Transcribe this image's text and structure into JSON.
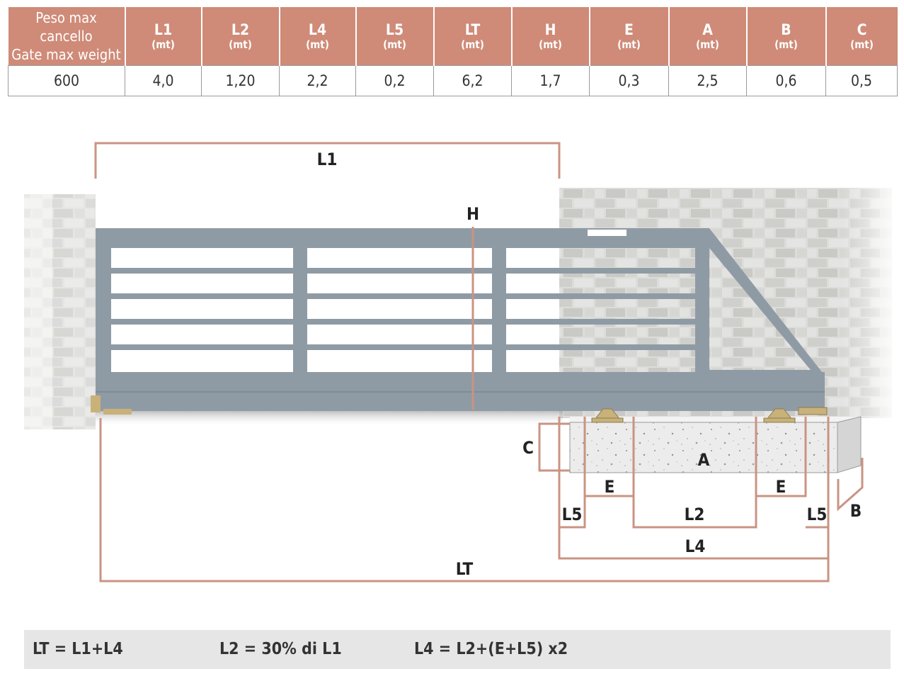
{
  "table": {
    "header_first": [
      "Peso max cancello",
      "Gate max weight"
    ],
    "columns": [
      {
        "label": "L1",
        "unit": "(mt)"
      },
      {
        "label": "L2",
        "unit": "(mt)"
      },
      {
        "label": "L4",
        "unit": "(mt)"
      },
      {
        "label": "L5",
        "unit": "(mt)"
      },
      {
        "label": "LT",
        "unit": "(mt)"
      },
      {
        "label": "H",
        "unit": "(mt)"
      },
      {
        "label": "E",
        "unit": "(mt)"
      },
      {
        "label": "A",
        "unit": "(mt)"
      },
      {
        "label": "B",
        "unit": "(mt)"
      },
      {
        "label": "C",
        "unit": "(mt)"
      }
    ],
    "row": [
      "600",
      "4,0",
      "1,20",
      "2,2",
      "0,2",
      "6,2",
      "1,7",
      "0,3",
      "2,5",
      "0,6",
      "0,5"
    ]
  },
  "diagram": {
    "labels": {
      "L1": "L1",
      "H": "H",
      "C": "C",
      "A": "A",
      "E": "E",
      "L2": "L2",
      "L5": "L5",
      "B": "B",
      "L4": "L4",
      "LT": "LT"
    },
    "colors": {
      "dimension_line": "#c99483",
      "gate": "#8f9ba4",
      "gate_shadow": "#6f7b84",
      "wall": "#d9d9d7",
      "concrete": "#e9e9e9",
      "rollers": "#c8b27a"
    }
  },
  "formulas": {
    "lt": "LT = L1+L4",
    "l2": "L2 = 30% di L1",
    "l4": "L4 = L2+(E+L5) x2"
  }
}
